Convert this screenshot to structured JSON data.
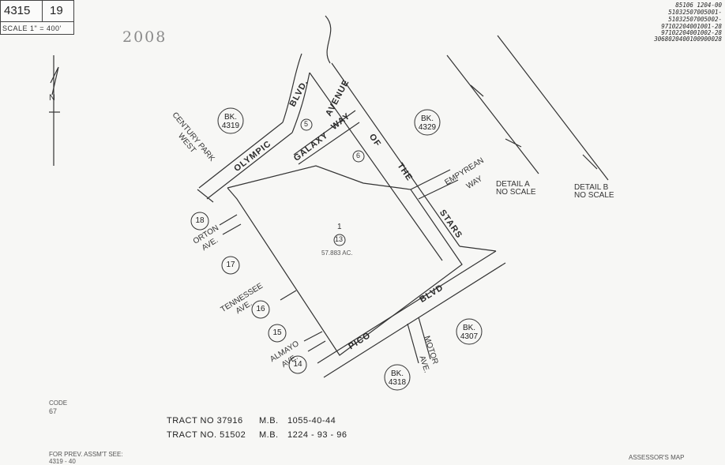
{
  "header": {
    "book": "4315",
    "page": "19",
    "scale": "SCALE 1\" = 400'"
  },
  "year": "2008",
  "apn_list": [
    "85106 1204-00",
    "51032507005001-",
    "51032507005002-",
    "97102204001001-28",
    "97102204001002-28",
    "3068020400100900028"
  ],
  "book_refs": [
    {
      "id": "bk4319",
      "line1": "BK.",
      "line2": "4319"
    },
    {
      "id": "bk4329",
      "line1": "BK.",
      "line2": "4329"
    },
    {
      "id": "bk4307",
      "line1": "BK.",
      "line2": "4307"
    },
    {
      "id": "bk4318",
      "line1": "BK.",
      "line2": "4318"
    }
  ],
  "lots": [
    "18",
    "17",
    "16",
    "15",
    "14"
  ],
  "parcels": {
    "main": "1",
    "main_num": "13",
    "p5": "5",
    "p6": "6",
    "area": "57.883 AC."
  },
  "streets": {
    "olympic": "OLYMPIC",
    "olympic_blvd": "BLVD.",
    "avenue": "AVENUE",
    "of": "OF",
    "the": "THE",
    "stars": "STARS",
    "galaxy": "GALAXY",
    "way": "WAY",
    "pico": "PICO",
    "pico_blvd": "BLVD",
    "century_park": "CENTURY PARK",
    "west": "WEST",
    "empyrean": "EMPYREAN",
    "empyrean_way": "WAY",
    "orton": "ORTON",
    "orton_ave": "AVE.",
    "tennessee": "TENNESSEE",
    "tennessee_ave": "AVE.",
    "almayo": "ALMAYO",
    "almayo_ave": "AVE.",
    "motor": "MOTOR",
    "motor_ave": "AVE."
  },
  "details": {
    "a_line1": "DETAIL A",
    "a_line2": "NO SCALE",
    "b_line1": "DETAIL B",
    "b_line2": "NO SCALE"
  },
  "tracts": [
    {
      "tract": "TRACT NO 37916",
      "mb": "M.B.",
      "ref": "1055-40-44"
    },
    {
      "tract": "TRACT NO. 51502",
      "mb": "M.B.",
      "ref": "1224 - 93 - 96"
    }
  ],
  "code": {
    "label": "CODE",
    "value": "67"
  },
  "footer": {
    "prev": "FOR PREV. ASSM'T SEE:",
    "prev_ref": "4319 - 40",
    "assessor": "ASSESSOR'S MAP"
  },
  "north": "N"
}
